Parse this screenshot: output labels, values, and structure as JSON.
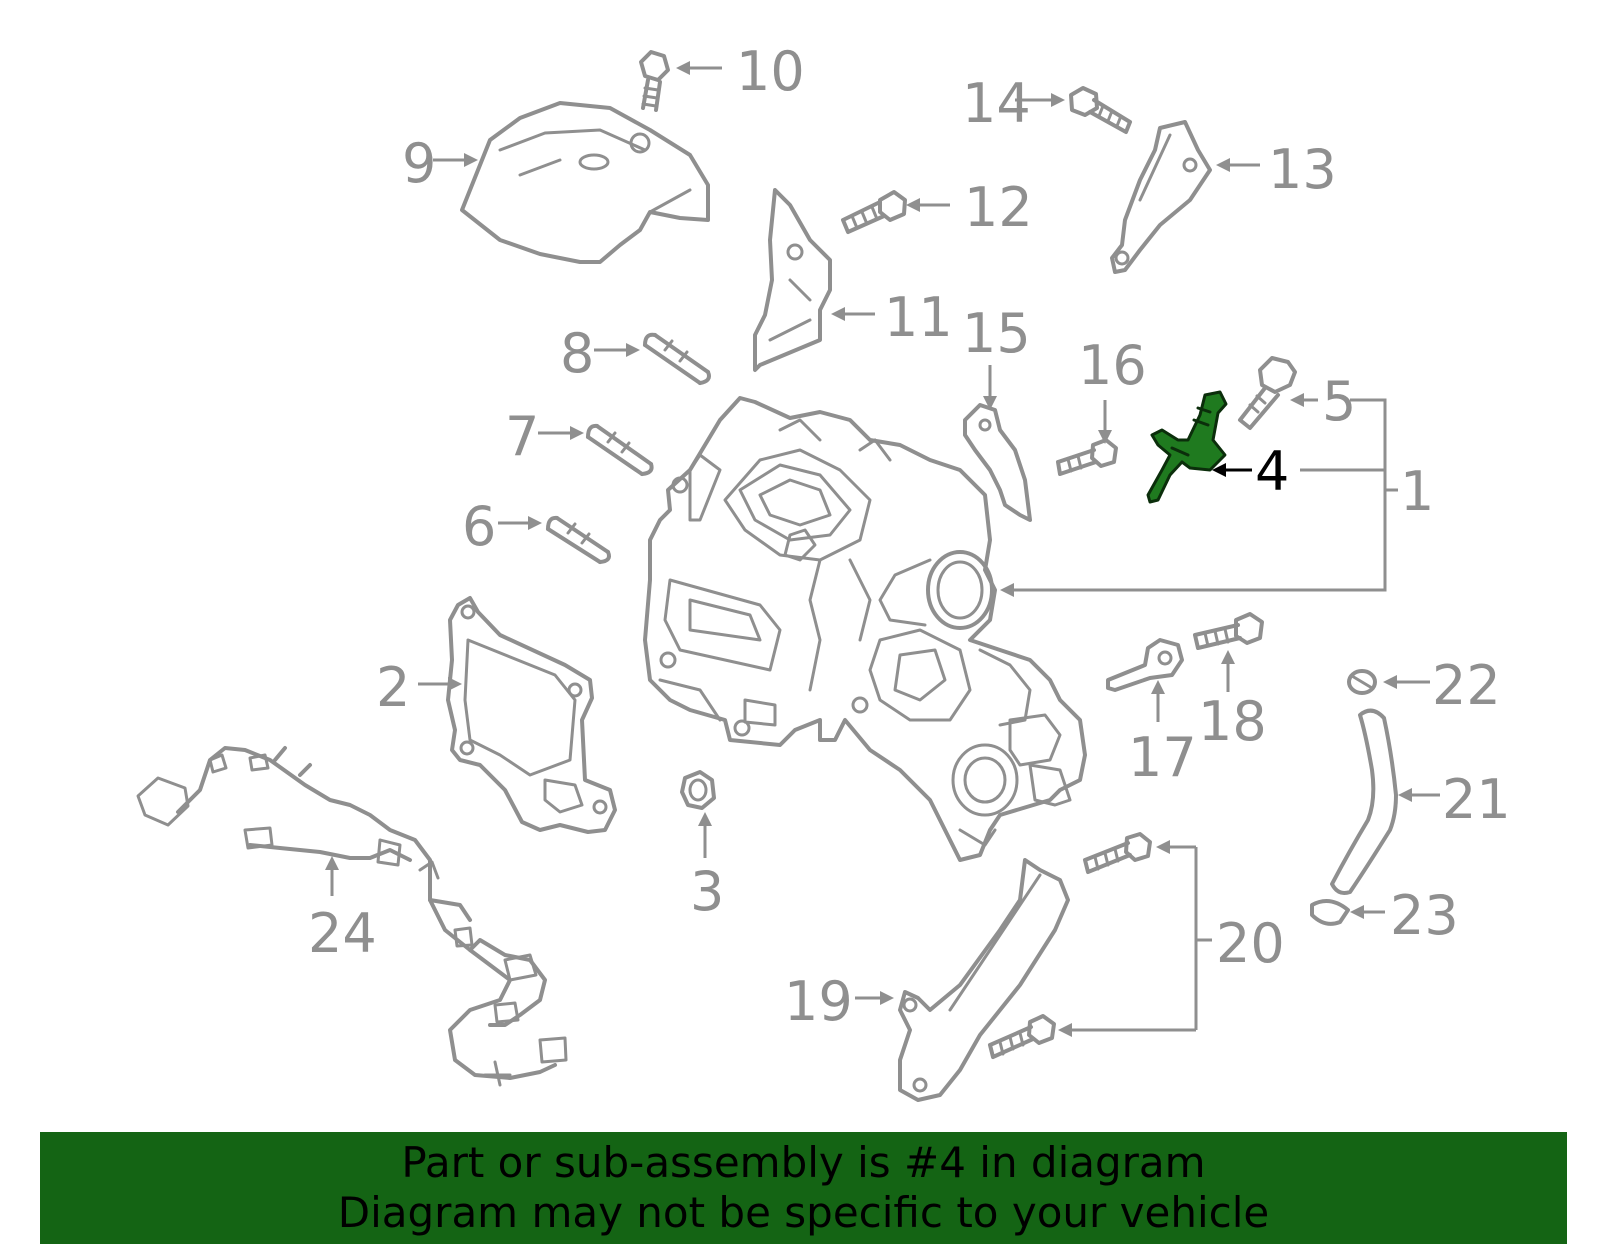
{
  "callouts": [
    {
      "id": "1",
      "label": "1"
    },
    {
      "id": "2",
      "label": "2"
    },
    {
      "id": "3",
      "label": "3"
    },
    {
      "id": "4",
      "label": "4"
    },
    {
      "id": "5",
      "label": "5"
    },
    {
      "id": "6",
      "label": "6"
    },
    {
      "id": "7",
      "label": "7"
    },
    {
      "id": "8",
      "label": "8"
    },
    {
      "id": "9",
      "label": "9"
    },
    {
      "id": "10",
      "label": "10"
    },
    {
      "id": "11",
      "label": "11"
    },
    {
      "id": "12",
      "label": "12"
    },
    {
      "id": "13",
      "label": "13"
    },
    {
      "id": "14",
      "label": "14"
    },
    {
      "id": "15",
      "label": "15"
    },
    {
      "id": "16",
      "label": "16"
    },
    {
      "id": "17",
      "label": "17"
    },
    {
      "id": "18",
      "label": "18"
    },
    {
      "id": "19",
      "label": "19"
    },
    {
      "id": "20",
      "label": "20"
    },
    {
      "id": "21",
      "label": "21"
    },
    {
      "id": "22",
      "label": "22"
    },
    {
      "id": "23",
      "label": "23"
    },
    {
      "id": "24",
      "label": "24"
    }
  ],
  "highlighted_part": "4",
  "colors": {
    "line_art": "#8f8f8f",
    "highlight": "#1f7a1f",
    "banner_bg": "#146414",
    "banner_text": "#000000"
  },
  "banner": {
    "line1": "Part or sub-assembly is #4 in diagram",
    "line2": "Diagram may not be specific to your vehicle"
  }
}
